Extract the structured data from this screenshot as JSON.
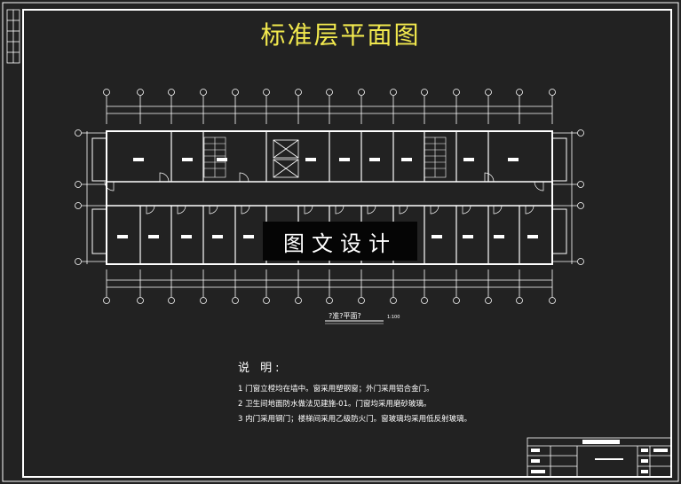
{
  "drawing": {
    "title": "标准层平面图",
    "watermark": "图文设计",
    "plan_label": "?准?平面?",
    "scale": "1:100",
    "notes": {
      "heading": "说 明:",
      "items": [
        "1 门窗立樘均在墙中。窗采用塑钢窗；外门采用铝合金门。",
        "2 卫生间地面防水做法见建施-01。门窗均采用磨砂玻璃。",
        "3 内门采用钢门；楼梯间采用乙级防火门。窗玻璃均采用低反射玻璃。"
      ]
    }
  },
  "colors": {
    "background": "#222222",
    "lines": "#ffffff",
    "title": "#f2e94e",
    "watermark_bg": "#050505"
  }
}
